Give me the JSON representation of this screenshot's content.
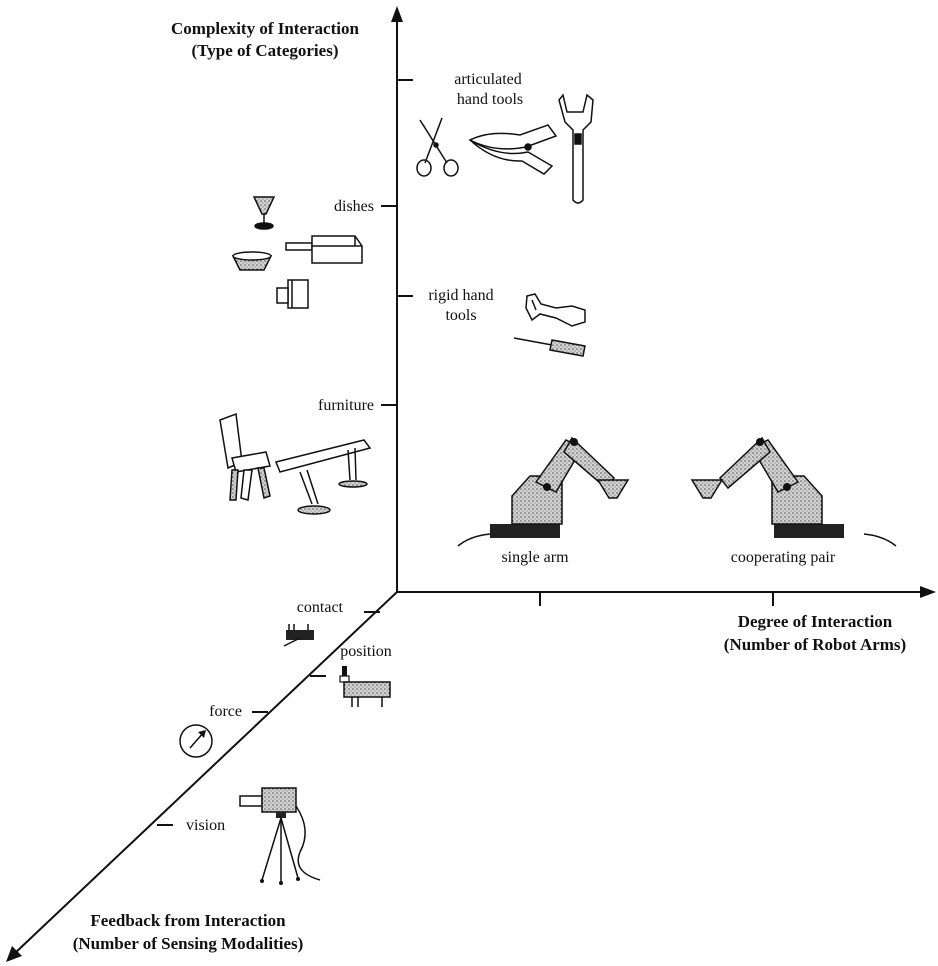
{
  "axes": {
    "vertical": {
      "title_line1": "Complexity of Interaction",
      "title_line2": "(Type of Categories)"
    },
    "horizontal": {
      "title_line1": "Degree of Interaction",
      "title_line2": "(Number of Robot Arms)"
    },
    "diagonal": {
      "title_line1": "Feedback from Interaction",
      "title_line2": "(Number of Sensing Modalities)"
    }
  },
  "categories": {
    "articulated_line1": "articulated",
    "articulated_line2": "hand tools",
    "dishes": "dishes",
    "rigid_line1": "rigid hand",
    "rigid_line2": "tools",
    "furniture": "furniture"
  },
  "arms": {
    "single": "single arm",
    "pair": "cooperating pair"
  },
  "sensing": {
    "contact": "contact",
    "position": "position",
    "force": "force",
    "vision": "vision"
  }
}
